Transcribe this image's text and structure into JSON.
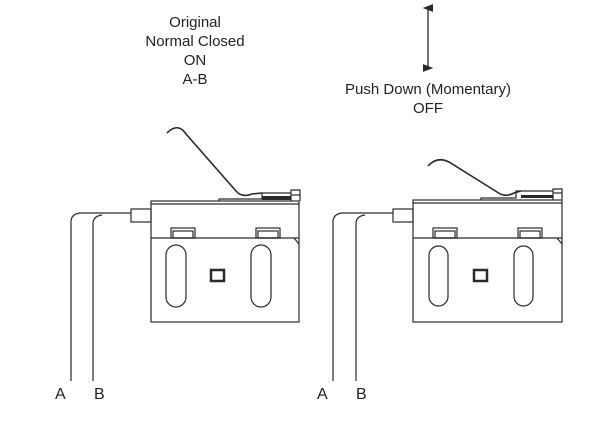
{
  "left_state": {
    "line1": "Original",
    "line2": "Normal Closed",
    "line3": "ON",
    "line4": "A-B"
  },
  "right_state": {
    "line1": "Push Down (Momentary)",
    "line2": "OFF"
  },
  "wire_labels": {
    "left_a": "A",
    "left_b": "B",
    "right_a": "A",
    "right_b": "B"
  },
  "colors": {
    "line": "#2a2a2a",
    "background": "#ffffff"
  }
}
